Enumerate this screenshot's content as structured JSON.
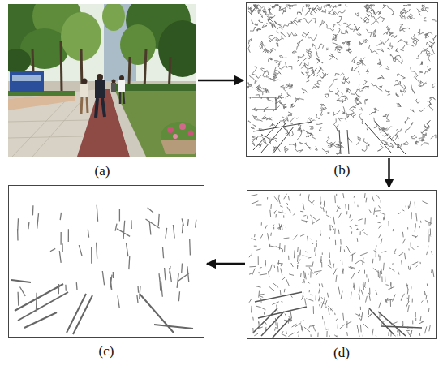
{
  "diagram": {
    "nodes": [
      {
        "text": [
          "(a)"
        ]
      },
      {
        "text": [
          "(b)"
        ]
      },
      {
        "text": [
          "(c)"
        ]
      },
      {
        "text": [
          "(d)"
        ]
      }
    ],
    "edges": [
      {
        "from": 0,
        "to": 1,
        "arrow": "to"
      },
      {
        "from": 1,
        "to": 3,
        "arrow": "to"
      },
      {
        "from": 3,
        "to": 2,
        "arrow": "to"
      }
    ]
  }
}
